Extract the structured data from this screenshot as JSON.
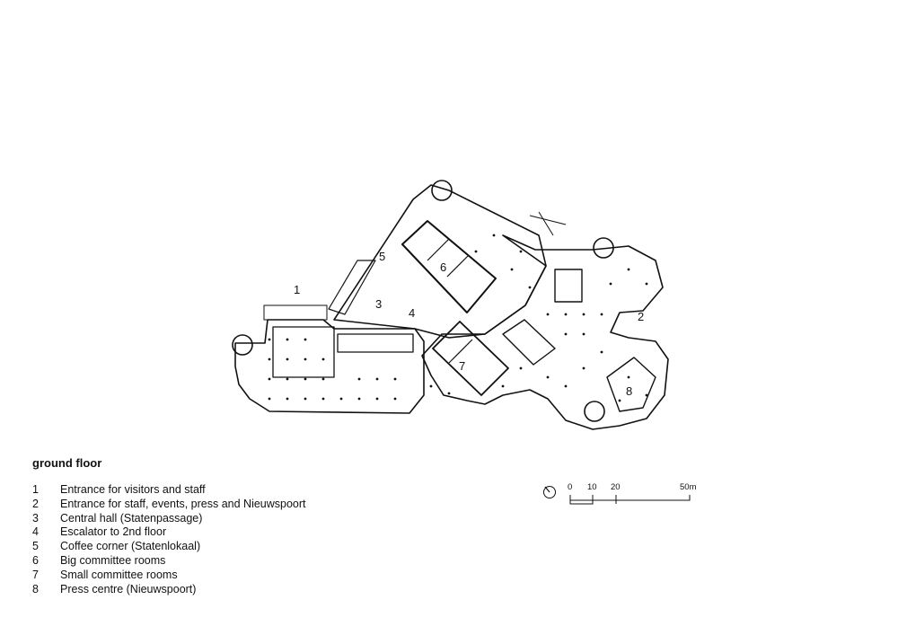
{
  "plan": {
    "room_numbers": [
      "1",
      "2",
      "3",
      "4",
      "5",
      "6",
      "7",
      "8"
    ]
  },
  "legend": {
    "title": "ground floor",
    "items": [
      {
        "num": "1",
        "label": "Entrance for visitors and staff"
      },
      {
        "num": "2",
        "label": "Entrance for staff, events, press and Nieuwspoort"
      },
      {
        "num": "3",
        "label": "Central hall (Statenpassage)"
      },
      {
        "num": "4",
        "label": "Escalator to 2nd floor"
      },
      {
        "num": "5",
        "label": "Coffee corner (Statenlokaal)"
      },
      {
        "num": "6",
        "label": "Big committee rooms"
      },
      {
        "num": "7",
        "label": "Small committee rooms"
      },
      {
        "num": "8",
        "label": "Press centre (Nieuwspoort)"
      }
    ]
  },
  "scale_bar": {
    "ticks": [
      "0",
      "10",
      "20",
      "50m"
    ]
  },
  "icons": {
    "north": "north-arrow-icon"
  }
}
